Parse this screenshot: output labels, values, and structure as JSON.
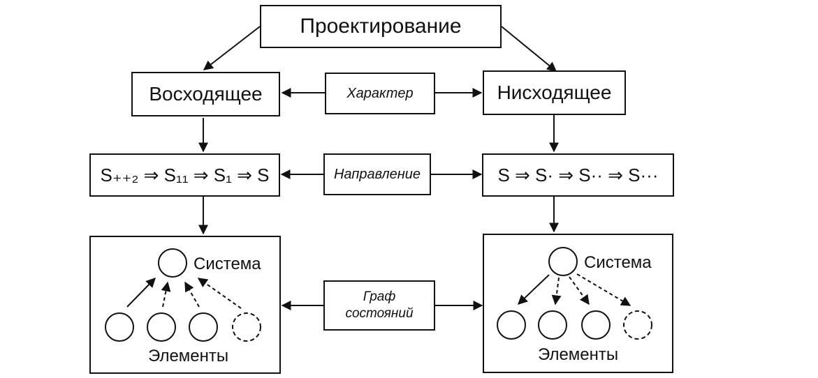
{
  "top": {
    "label": "Проектирование"
  },
  "connectors": {
    "character": "Характер",
    "direction": "Направление",
    "graph_line1": "Граф",
    "graph_line2": "состояний"
  },
  "left": {
    "type": "Восходящее",
    "sequence": "S₊₊₂ ⇒ S₁₁ ⇒ S₁ ⇒ S",
    "system_label": "Система",
    "elements_label": "Элементы"
  },
  "right": {
    "type": "Нисходящее",
    "sequence": "S ⇒ S· ⇒ S·· ⇒ S···",
    "system_label": "Система",
    "elements_label": "Элементы"
  }
}
